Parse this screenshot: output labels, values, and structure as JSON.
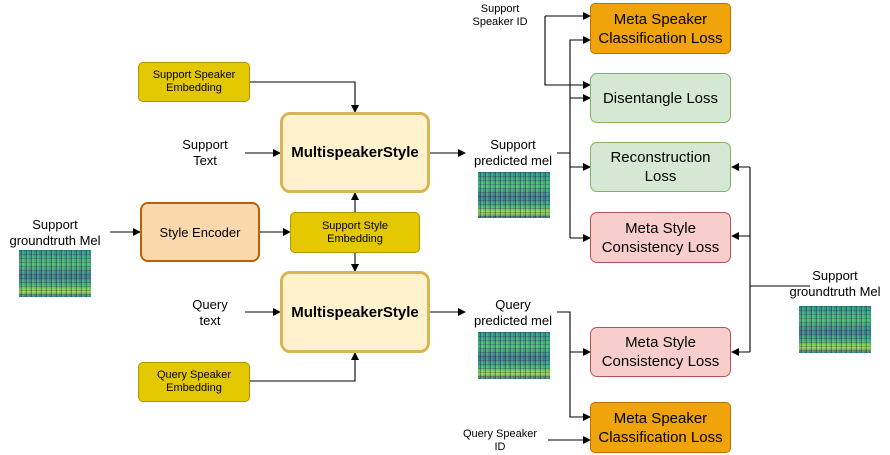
{
  "nodes": {
    "support_speaker_embedding": "Support Speaker\nEmbedding",
    "query_speaker_embedding": "Query Speaker\nEmbedding",
    "support_style_embedding": "Support Style\nEmbedding",
    "multispeaker_style_top": "MultispeakerStyle",
    "multispeaker_style_bottom": "MultispeakerStyle",
    "style_encoder": "Style Encoder",
    "meta_speaker_loss_top": "Meta Speaker\nClassification Loss",
    "disentangle_loss": "Disentangle Loss",
    "reconstruction_loss": "Reconstruction\nLoss",
    "meta_style_loss_top": "Meta Style\nConsistency Loss",
    "meta_style_loss_bottom": "Meta Style\nConsistency Loss",
    "meta_speaker_loss_bottom": "Meta Speaker\nClassification Loss"
  },
  "labels": {
    "support_text": "Support\nText",
    "query_text": "Query\ntext",
    "support_groundtruth_left": "Support\ngroundtruth Mel",
    "support_groundtruth_right": "Support\ngroundtruth Mel",
    "support_predicted_mel": "Support\npredicted mel",
    "query_predicted_mel": "Query\npredicted mel",
    "support_speaker_id": "Support\nSpeaker ID",
    "query_speaker_id": "Query Speaker\nID"
  },
  "icons": {
    "spectrogram": "mel-spectrogram-icon"
  },
  "colors": {
    "embedding": "#e3c800",
    "multispeaker_style": "#fff2cc",
    "style_encoder": "#fad7ac",
    "speaker_loss": "#f0a30a",
    "green_loss": "#d5e8d4",
    "red_loss": "#f8cecc"
  }
}
